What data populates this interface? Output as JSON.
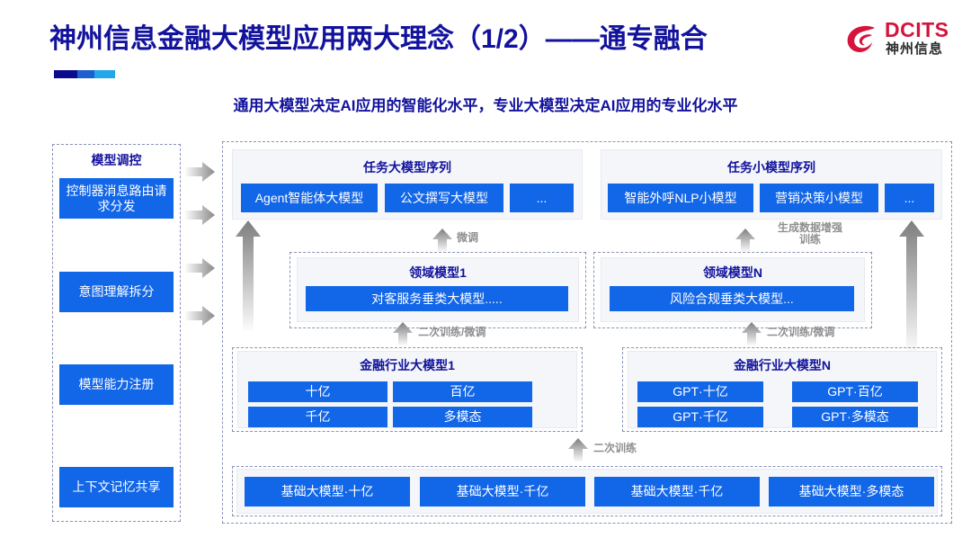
{
  "header": {
    "title": "神州信息金融大模型应用两大理念（1/2）——通专融合",
    "subtitle": "通用大模型决定AI应用的智能化水平，专业大模型决定AI应用的专业化水平",
    "logo": {
      "name": "DCITS",
      "cn": "神州信息",
      "brand_color": "#d4143c"
    }
  },
  "accent": {
    "blue": "#1266e8",
    "navy": "#12129c",
    "panel_bg": "#f4f6f9"
  },
  "sidebar": {
    "title": "模型调控",
    "items": [
      {
        "label": "控制器消息路由请求分发"
      },
      {
        "label": "意图理解拆分"
      },
      {
        "label": "模型能力注册"
      },
      {
        "label": "上下文记忆共享"
      }
    ]
  },
  "task_layer": {
    "left": {
      "title": "任务大模型序列",
      "boxes": [
        "Agent智能体大模型",
        "公文撰写大模型",
        "..."
      ]
    },
    "right": {
      "title": "任务小模型序列",
      "boxes": [
        "智能外呼NLP小模型",
        "营销决策小模型",
        "..."
      ]
    }
  },
  "domain_layer": {
    "left": {
      "title": "领域模型1",
      "boxes": [
        "对客服务垂类大模型....."
      ]
    },
    "right": {
      "title": "领域模型N",
      "boxes": [
        "风险合规垂类大模型..."
      ]
    }
  },
  "finance_layer": {
    "left": {
      "title": "金融行业大模型1",
      "boxes": [
        "十亿",
        "百亿",
        "千亿",
        "多模态"
      ]
    },
    "right": {
      "title": "金融行业大模型N",
      "boxes": [
        "GPT·十亿",
        "GPT·百亿",
        "GPT·千亿",
        "GPT·多模态"
      ]
    }
  },
  "base_layer": {
    "boxes": [
      "基础大模型·十亿",
      "基础大模型·千亿",
      "基础大模型·千亿",
      "基础大模型·多模态"
    ]
  },
  "arrow_labels": {
    "finetune": "微调",
    "data_aug": "生成数据增强\n训练",
    "retrain_finetune_left": "二次训练/微调",
    "retrain_finetune_right": "二次训练/微调",
    "retrain": "二次训练"
  }
}
